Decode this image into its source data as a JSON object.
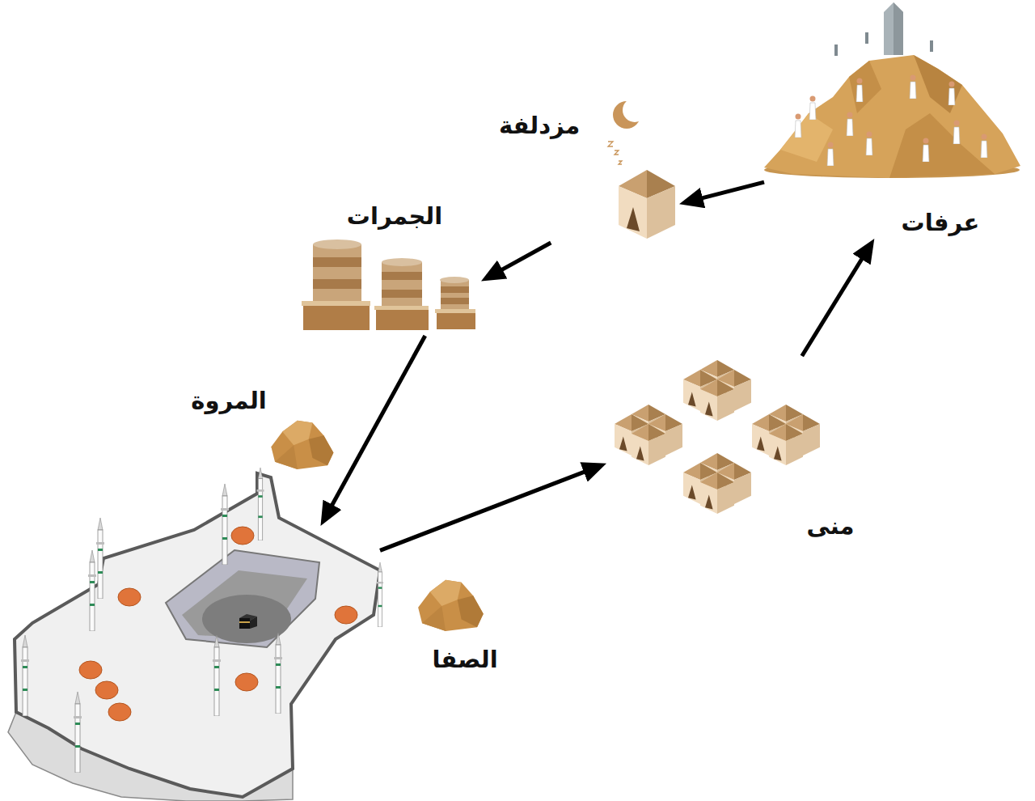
{
  "diagram": {
    "nodes": [
      {
        "text": [
          "عرفات"
        ]
      },
      {
        "text": [
          "مزدلفة"
        ]
      },
      {
        "text": [
          "الجمرات"
        ]
      },
      {
        "text": [
          "المروة",
          "الصفا"
        ]
      },
      {
        "text": [
          "منى"
        ]
      }
    ],
    "edges": [
      {
        "from": 4,
        "to": 0,
        "arrow": "to"
      },
      {
        "from": 0,
        "to": 1,
        "arrow": "to"
      },
      {
        "from": 1,
        "to": 2,
        "arrow": "to"
      },
      {
        "from": 2,
        "to": 3,
        "arrow": "to"
      },
      {
        "from": 3,
        "to": 4,
        "arrow": "to"
      }
    ]
  }
}
